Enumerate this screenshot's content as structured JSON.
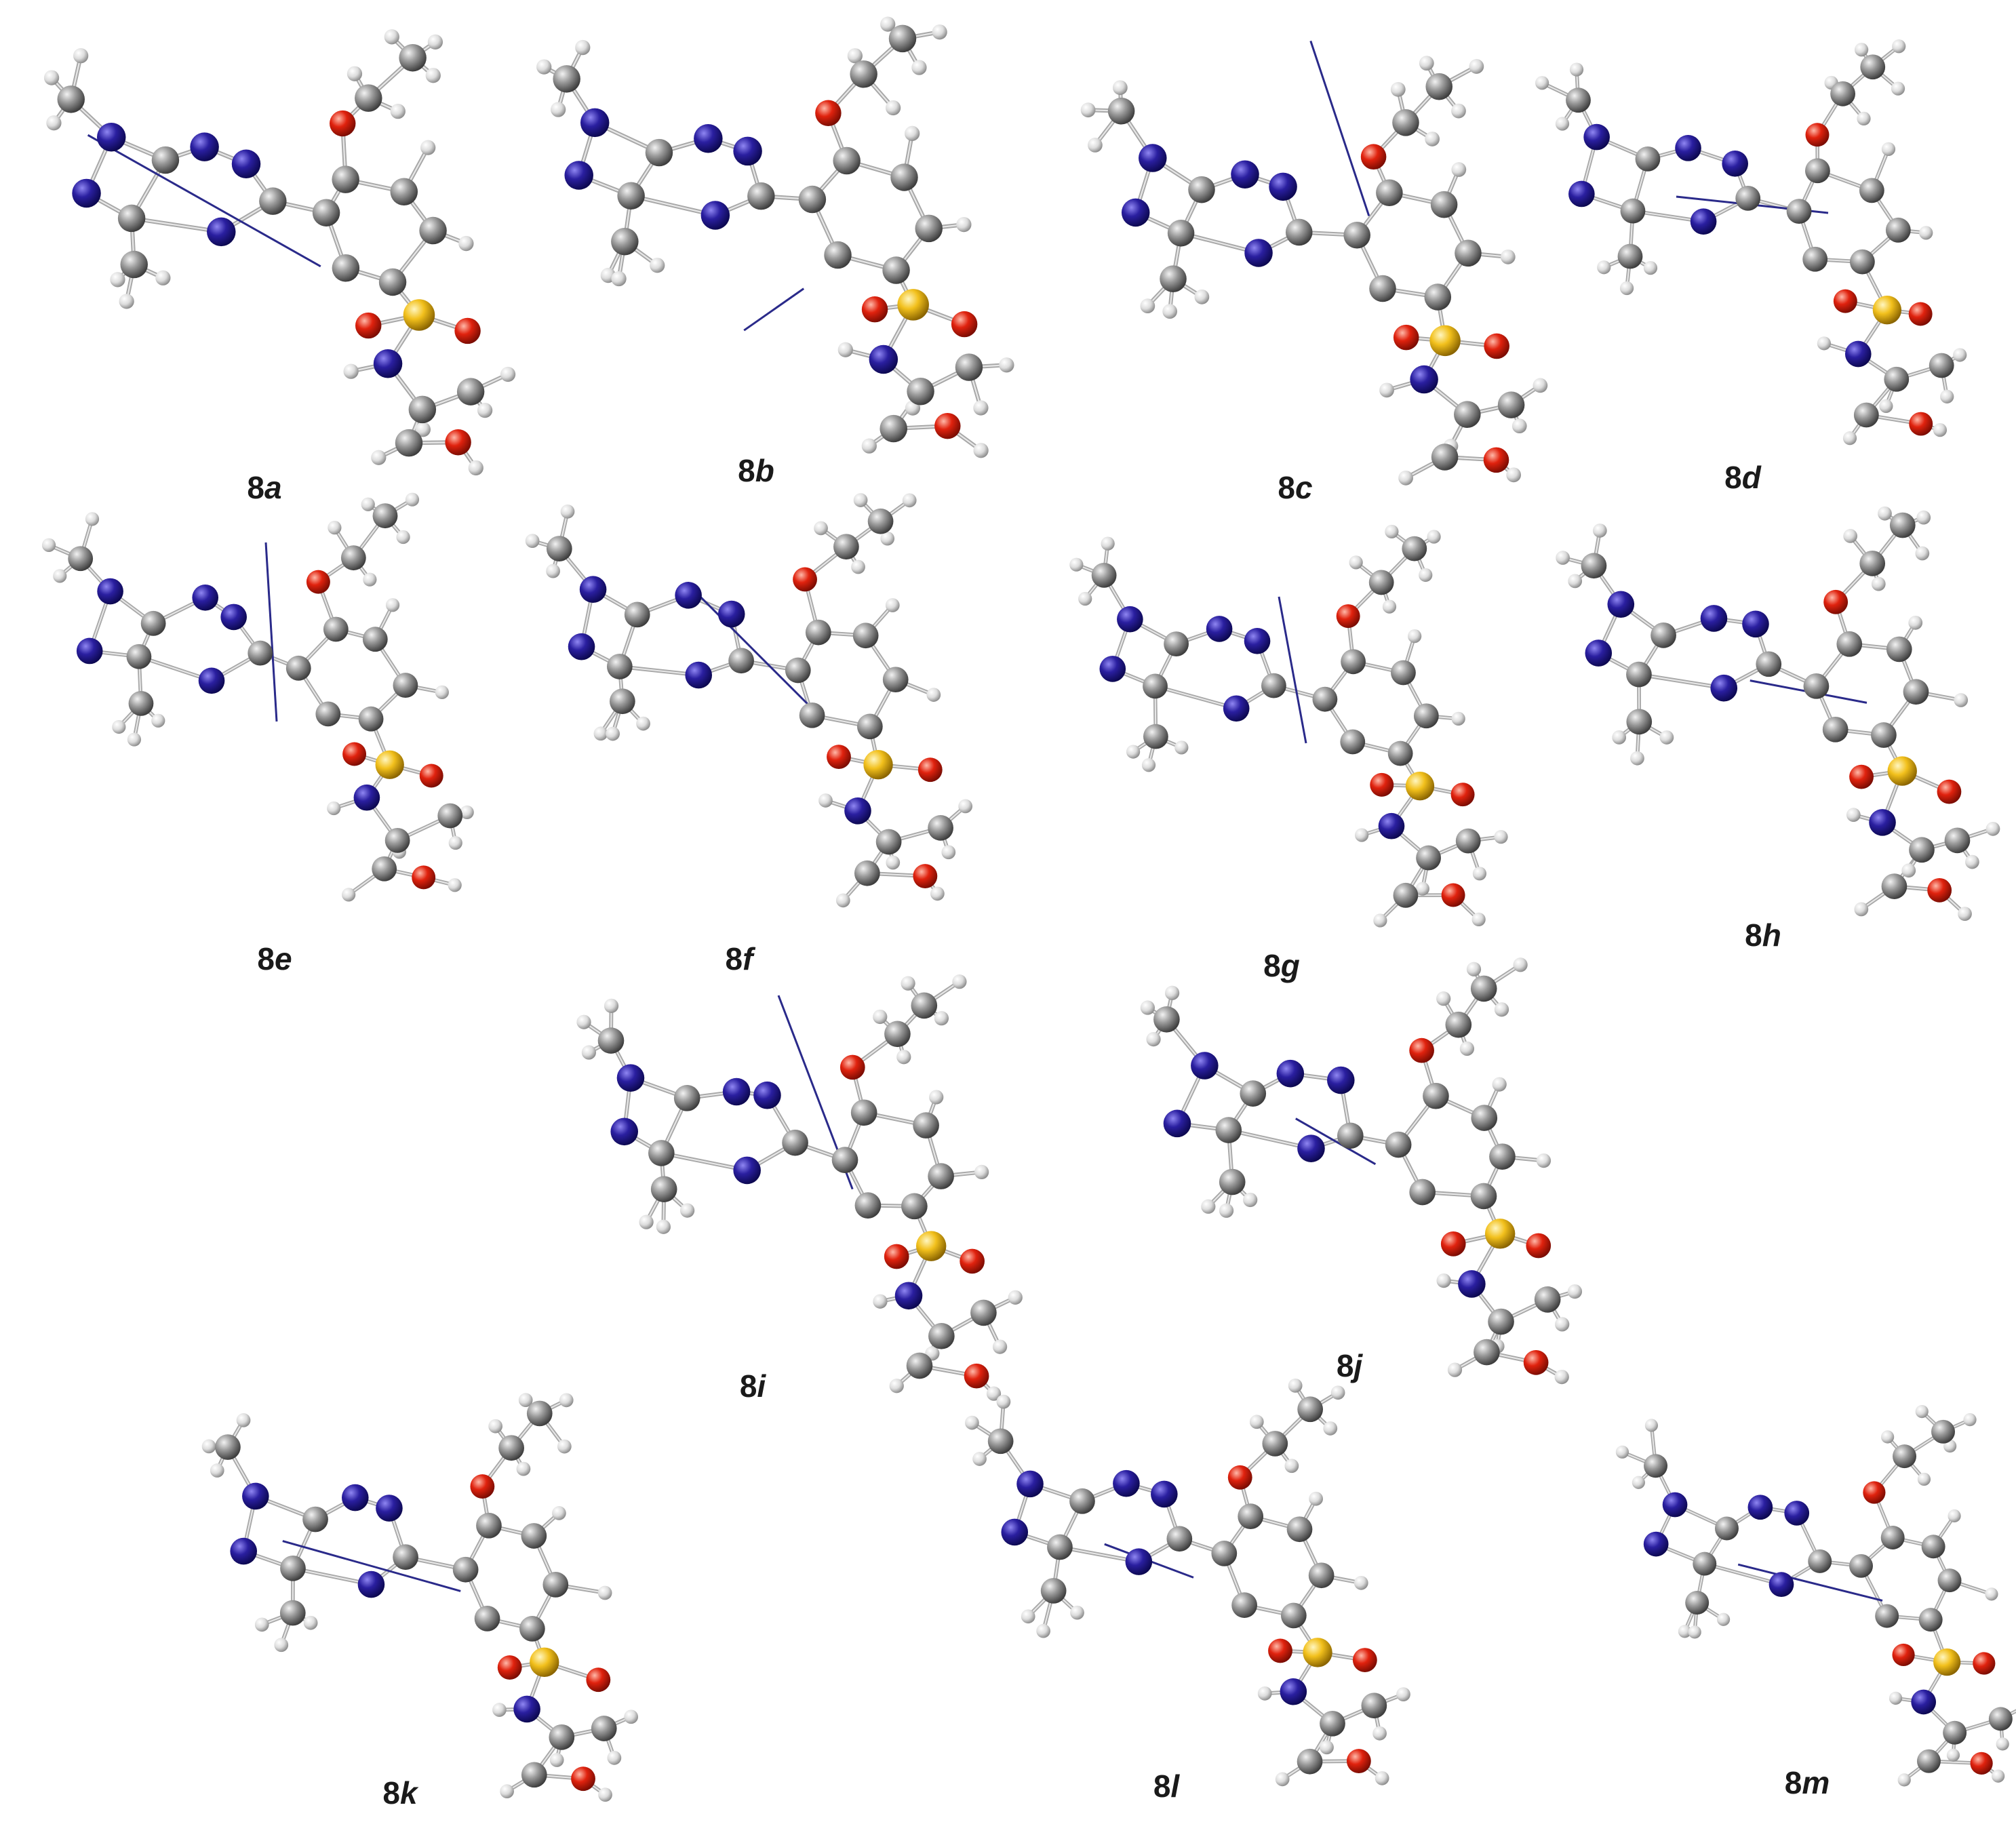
{
  "figure": {
    "molecules": [
      {
        "id": "8a",
        "prefix": "8",
        "suffix": "a"
      },
      {
        "id": "8b",
        "prefix": "8",
        "suffix": "b"
      },
      {
        "id": "8c",
        "prefix": "8",
        "suffix": "c"
      },
      {
        "id": "8d",
        "prefix": "8",
        "suffix": "d"
      },
      {
        "id": "8e",
        "prefix": "8",
        "suffix": "e"
      },
      {
        "id": "8f",
        "prefix": "8",
        "suffix": "f"
      },
      {
        "id": "8g",
        "prefix": "8",
        "suffix": "g"
      },
      {
        "id": "8h",
        "prefix": "8",
        "suffix": "h"
      },
      {
        "id": "8i",
        "prefix": "8",
        "suffix": "i"
      },
      {
        "id": "8j",
        "prefix": "8",
        "suffix": "j"
      },
      {
        "id": "8k",
        "prefix": "8",
        "suffix": "k"
      },
      {
        "id": "8l",
        "prefix": "8",
        "suffix": "l"
      },
      {
        "id": "8m",
        "prefix": "8",
        "suffix": "m"
      }
    ],
    "atom_colors": {
      "carbon": "#8a8a8a",
      "nitrogen": "#2a1fa0",
      "oxygen": "#e0220e",
      "sulfur": "#f2c01c",
      "hydrogen": "#dcdcdc",
      "dipole_vector": "#2a2a8a"
    }
  }
}
